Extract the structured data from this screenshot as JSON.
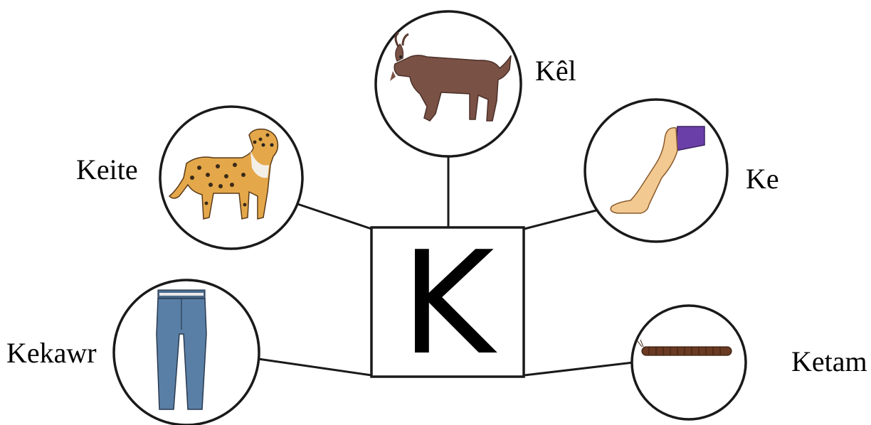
{
  "center_letter": "K",
  "items": {
    "kel": {
      "word": "Kêl",
      "picture": "goat"
    },
    "keite": {
      "word": "Keite",
      "picture": "leopard"
    },
    "ke": {
      "word": "Ke",
      "picture": "leg"
    },
    "kekawr": {
      "word": "Kekawr",
      "picture": "trousers"
    },
    "ketam": {
      "word": "Ketam",
      "picture": "millipede"
    }
  }
}
